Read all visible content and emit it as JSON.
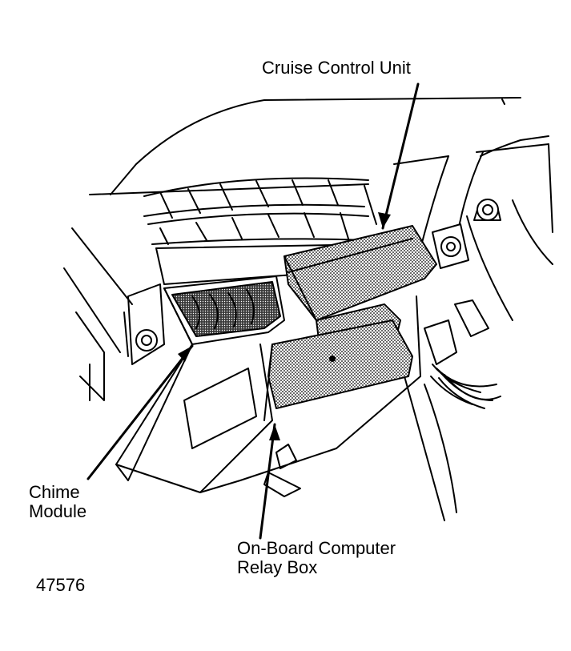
{
  "labels": {
    "cruise_control": "Cruise Control Unit",
    "chime_line1": "Chime",
    "chime_line2": "Module",
    "obc_line1": "On-Board Computer",
    "obc_line2": "Relay Box",
    "figure_number": "47576"
  },
  "colors": {
    "ink": "#000000",
    "paper": "#ffffff",
    "stipple": "#b9b9b9",
    "dark_fill": "#4a4a4a"
  }
}
